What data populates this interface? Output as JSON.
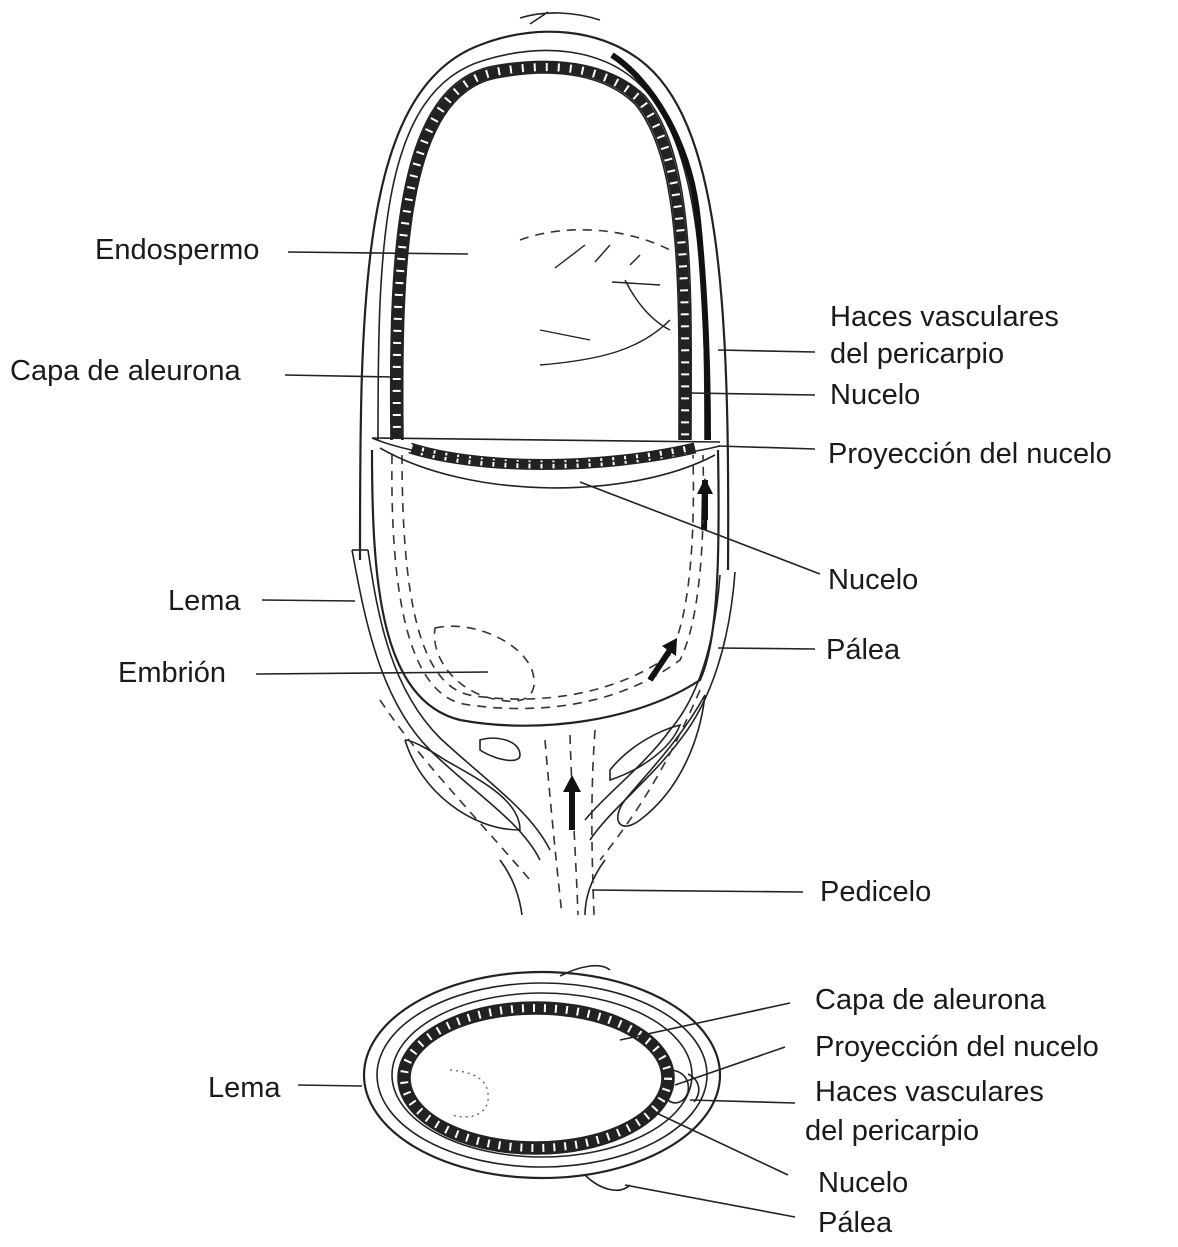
{
  "labels": {
    "endospermo": "Endospermo",
    "capa_aleurona": "Capa de aleurona",
    "haces_line1": "Haces vasculares",
    "haces_line2": "del pericarpio",
    "nucelo": "Nucelo",
    "proyeccion": "Proyección del nucelo",
    "nucelo_lower": "Nucelo",
    "lema": "Lema",
    "palea": "Pálea",
    "embrion": "Embrión",
    "pedicelo": "Pedicelo"
  },
  "cross_section_labels": {
    "capa_aleurona": "Capa de aleurona",
    "proyeccion": "Proyección del nucelo",
    "haces_line1": "Haces vasculares",
    "haces_line2": "del pericarpio",
    "nucelo": "Nucelo",
    "palea": "Pálea",
    "lema": "Lema"
  }
}
